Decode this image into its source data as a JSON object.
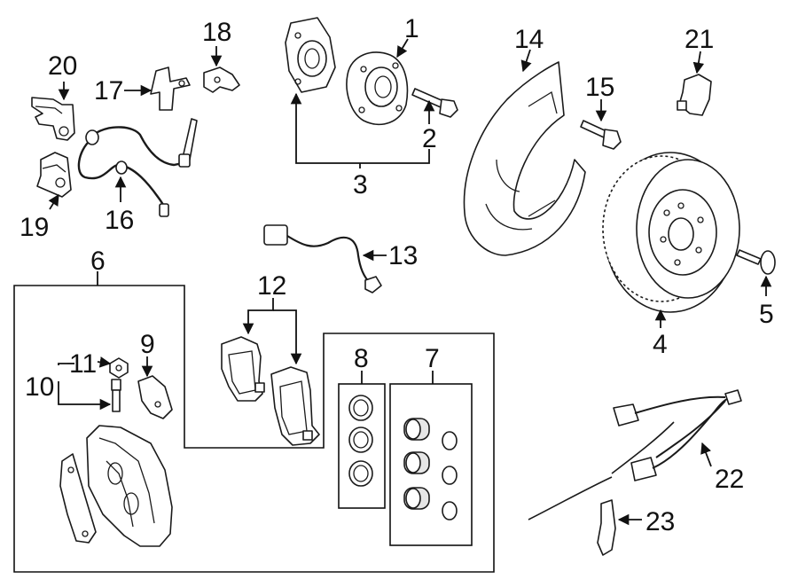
{
  "callouts": {
    "c1": "1",
    "c2": "2",
    "c3": "3",
    "c4": "4",
    "c5": "5",
    "c6": "6",
    "c7": "7",
    "c8": "8",
    "c9": "9",
    "c10": "10",
    "c11": "11",
    "c12": "12",
    "c13": "13",
    "c14": "14",
    "c15": "15",
    "c16": "16",
    "c17": "17",
    "c18": "18",
    "c19": "19",
    "c20": "20",
    "c21": "21",
    "c22": "22",
    "c23": "23"
  },
  "colors": {
    "line": "#1a1a1a",
    "background": "#ffffff",
    "shade": "#e6e6e6"
  }
}
